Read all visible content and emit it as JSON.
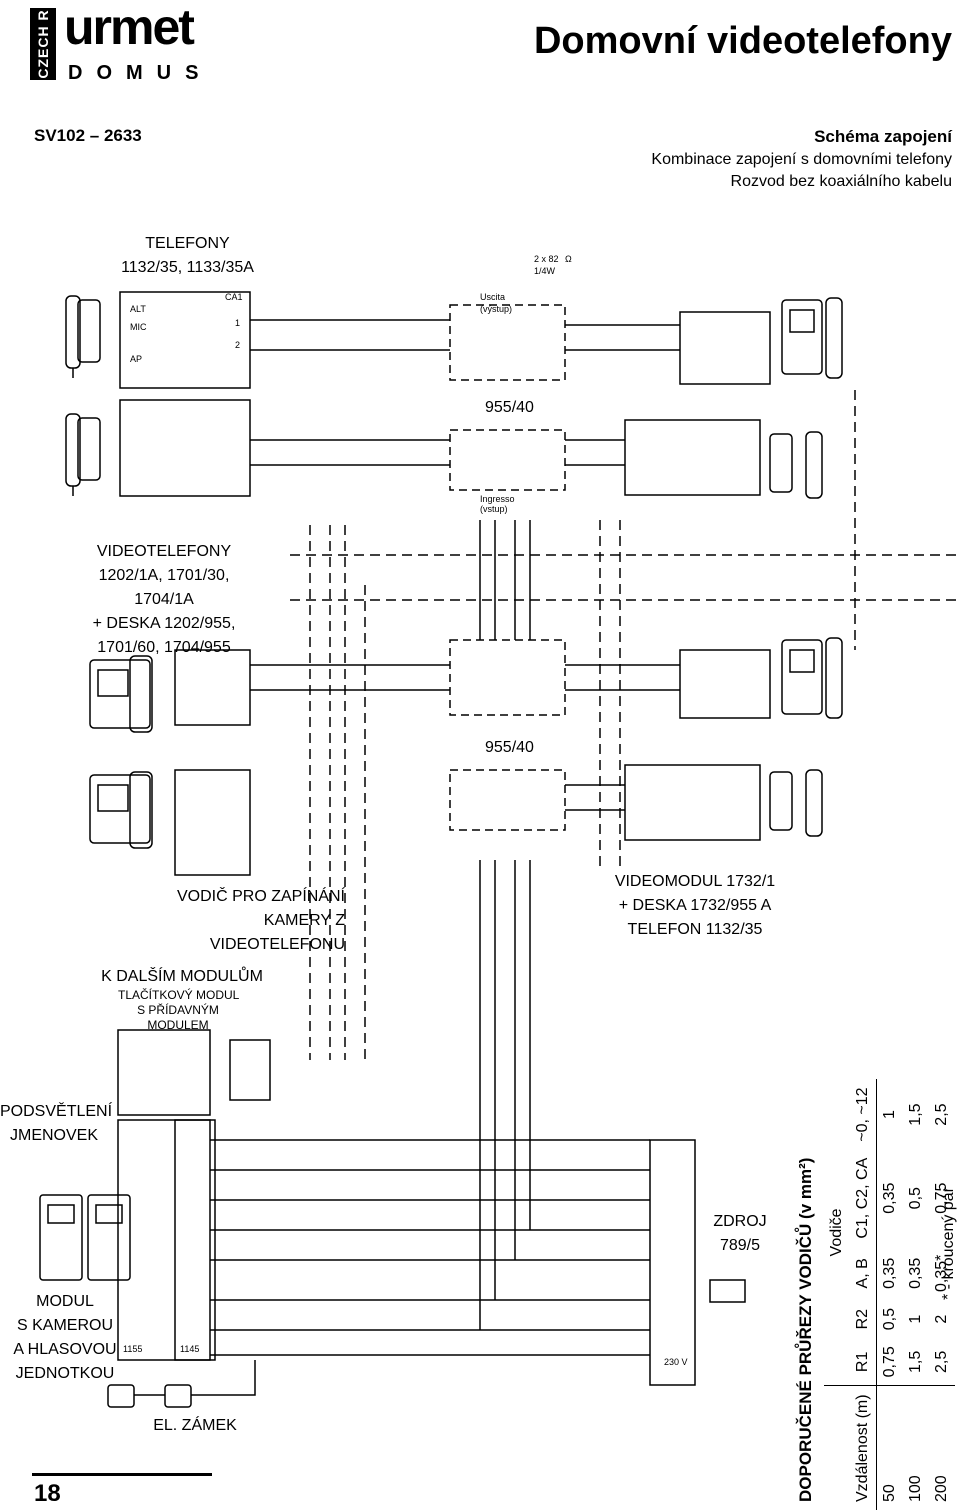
{
  "header": {
    "brand_side": "CZECH R",
    "brand_main": "urmet",
    "brand_sub": "DOMUS",
    "title": "Domovní videotelefony",
    "model": "SV102 – 2633"
  },
  "scheme": {
    "title": "Schéma zapojení",
    "line1": "Kombinace zapojení s domovními telefony",
    "line2": "Rozvod bez koaxiálního kabelu"
  },
  "labels": {
    "telefony_1": "TELEFONY",
    "telefony_2": "1132/35, 1133/35A",
    "video_1": "VIDEOTELEFONY",
    "video_2": "1202/1A, 1701/30,",
    "video_3": "1704/1A",
    "video_4": "+ DESKA 1202/955,",
    "video_5": "1701/60, 1704/955",
    "vodic_1": "VODIČ PRO ZAPÍNÁNÍ",
    "vodic_2": "KAMERY Z",
    "vodic_3": "VIDEOTELEFONU",
    "kdalsim": "K DALŠÍM MODULŮM",
    "tlac_1": "TLAČÍTKOVÝ MODUL",
    "tlac_2": "S PŘÍDAVNÝM",
    "tlac_3": "MODULEM",
    "podsv_1": "PODSVĚTLENÍ",
    "podsv_2": "JMENOVEK",
    "modul_1": "MODUL",
    "modul_2": "S KAMEROU",
    "modul_3": "A HLASOVOU",
    "modul_4": "JEDNOTKOU",
    "zamek": "EL. ZÁMEK",
    "videomodul_1": "VIDEOMODUL 1732/1",
    "videomodul_2": "+ DESKA 1732/955 A",
    "videomodul_3": "TELEFON 1132/35",
    "zdroj_1": "ZDROJ",
    "zdroj_2": "789/5",
    "dist": "955/40",
    "resistor": "2 x 82",
    "resistor_unit": "Ω",
    "resistor_w": "1/4W",
    "uscita": "Uscita",
    "vystup": "(výstup)",
    "ingresso": "Ingresso",
    "vstup": "(vstup)",
    "num_1155": "1155",
    "num_1145": "1145",
    "v230": "230 V",
    "alt": "ALT",
    "mic": "MIC",
    "ap": "AP",
    "ca1": "CA1",
    "t1": "1",
    "t2": "2"
  },
  "wire_table": {
    "title": "DOPORUČENÉ PRŮŘEZY VODIČŮ (v mm²)",
    "group_header": "Vodiče",
    "columns": [
      "Vzdálenost (m)",
      "R1",
      "R2",
      "A, B",
      "C1, C2, CA",
      "~0, ~12"
    ],
    "rows": [
      [
        "50",
        "0,75",
        "0,5",
        "0,35",
        "0,35",
        "1"
      ],
      [
        "100",
        "1,5",
        "1",
        "0,35",
        "0,5",
        "1,5"
      ],
      [
        "200",
        "2,5",
        "2",
        "0,35*",
        "0,75",
        "2,5"
      ]
    ],
    "note": "* - kroucený pár"
  },
  "page": {
    "number": "18"
  }
}
